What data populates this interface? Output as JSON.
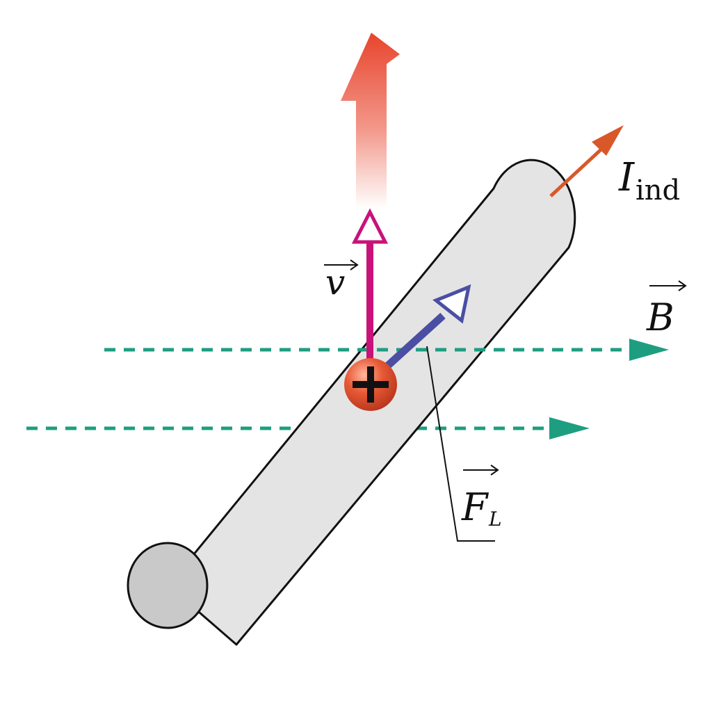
{
  "labels": {
    "velocity": "v",
    "magnetic_field": "B",
    "lorentz_force": "F",
    "lorentz_force_subscript": "L",
    "induced_current": "I",
    "induced_current_subscript": "ind",
    "charge_sign": "+"
  },
  "colors": {
    "rod_fill": "#e4e4e4",
    "rod_end_fill": "#c9c9c9",
    "rod_outline": "#111111",
    "field_lines": "#1e9e80",
    "velocity_arrow": "#c8127a",
    "force_arrow": "#4a4fa3",
    "current_arrow": "#d9582a",
    "motion_arrow": "#e8442c",
    "charge_fill": "#e0502f"
  },
  "icons": {
    "charge": "plus-sign-icon",
    "arrow_heads": "triangle-arrowhead-icon"
  }
}
